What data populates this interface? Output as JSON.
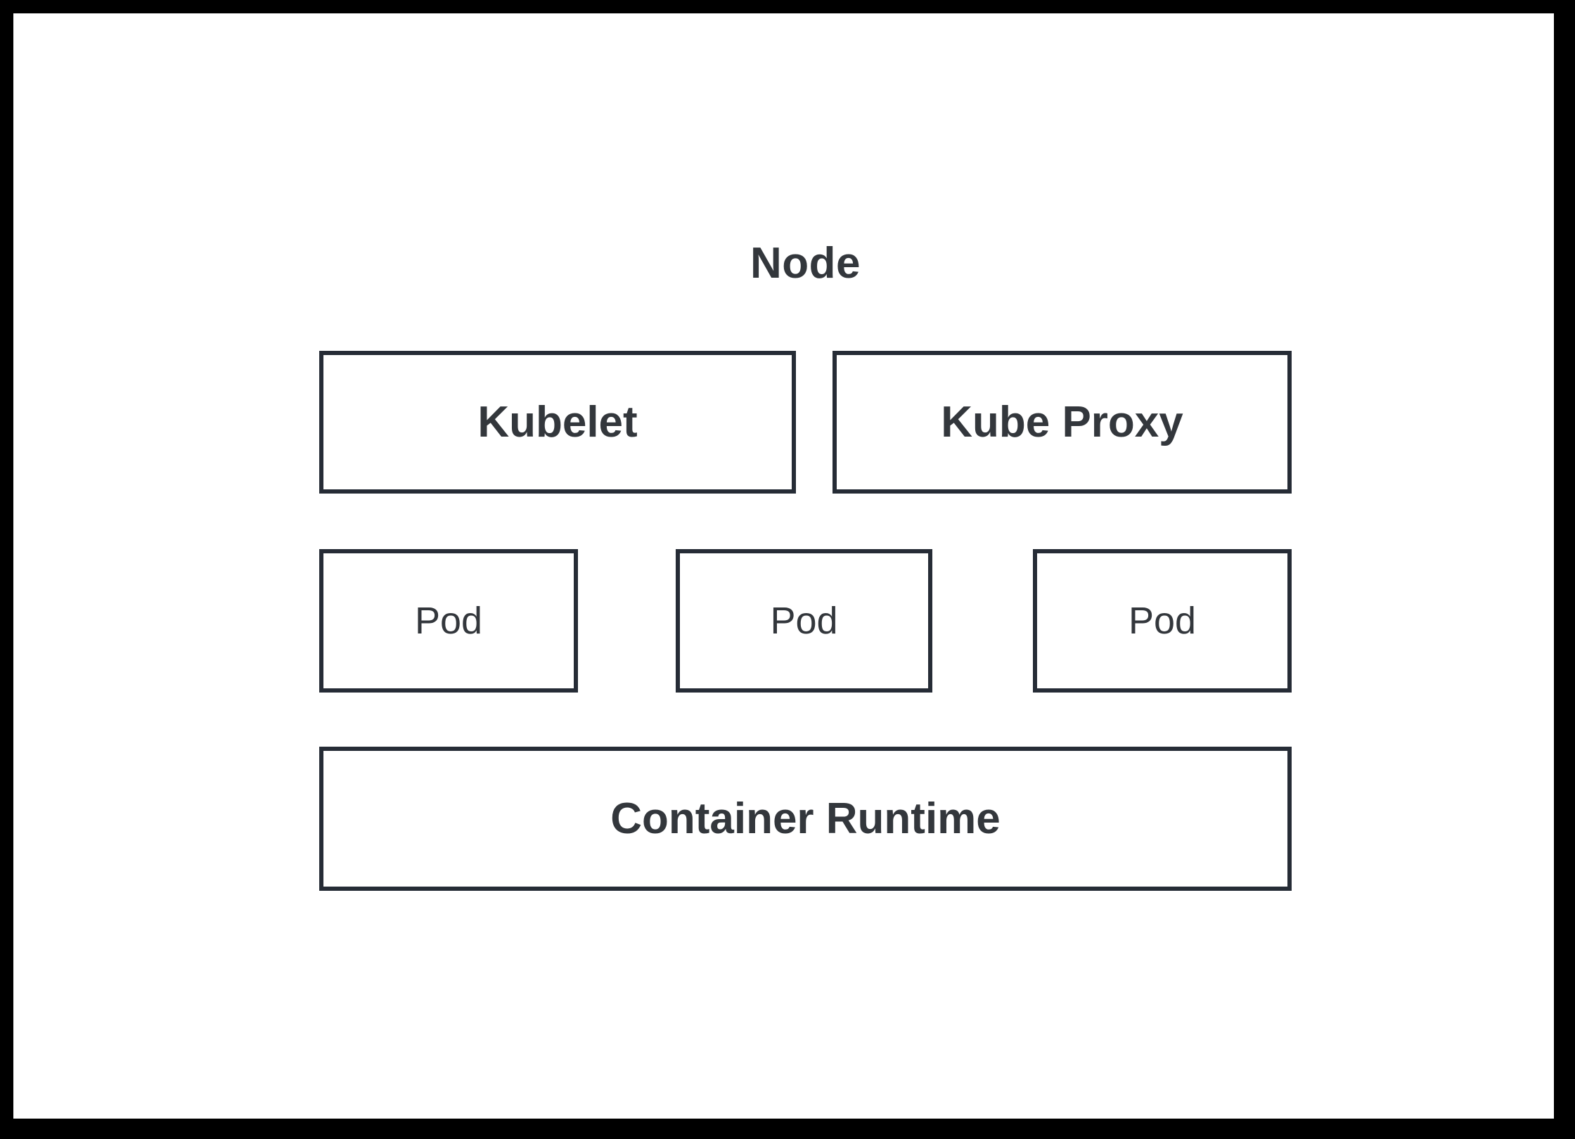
{
  "diagram": {
    "title": "Node",
    "components": {
      "kubelet": {
        "label": "Kubelet"
      },
      "kube_proxy": {
        "label": "Kube Proxy"
      },
      "runtime": {
        "label": "Container Runtime"
      }
    },
    "pods": [
      {
        "label": "Pod"
      },
      {
        "label": "Pod"
      },
      {
        "label": "Pod"
      }
    ],
    "colors": {
      "stroke": "#262C36",
      "text": "#33373C",
      "canvas": "#FFFFFF",
      "frame": "#000000"
    }
  }
}
